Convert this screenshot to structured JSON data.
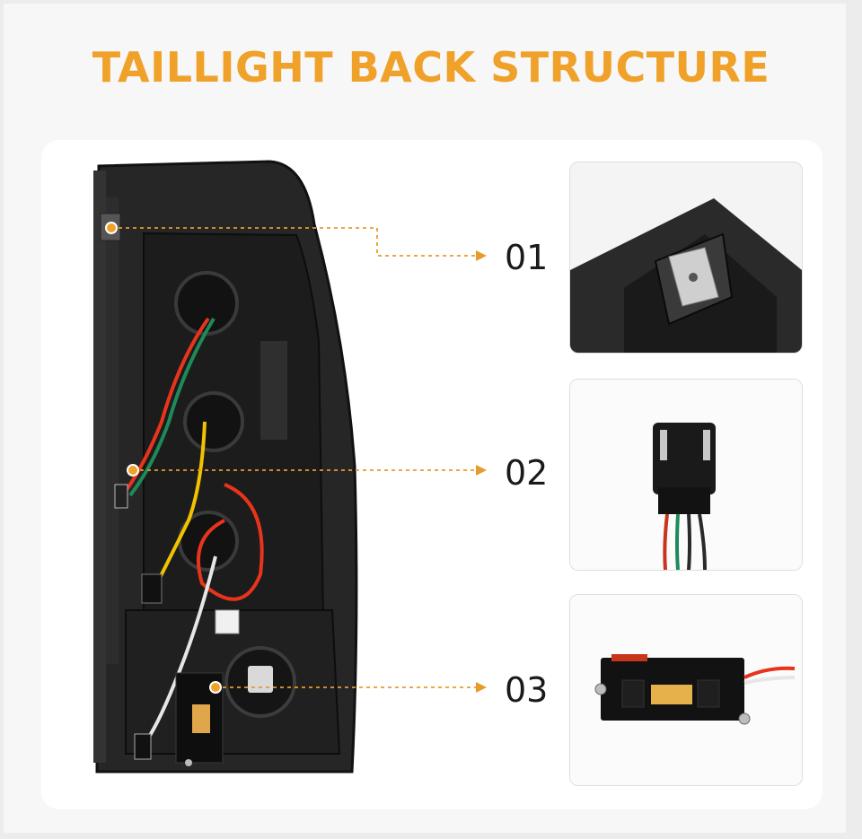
{
  "header": {
    "title": "TAILLIGHT BACK STRUCTURE"
  },
  "callouts": [
    {
      "label": "01",
      "thumbnail": "mounting-clip-closeup"
    },
    {
      "label": "02",
      "thumbnail": "wiring-connector-closeup"
    },
    {
      "label": "03",
      "thumbnail": "resistor-module-closeup"
    }
  ],
  "colors": {
    "title": "#f0a12a",
    "marker": "#f0a12a",
    "housing": "#1f1f1f",
    "wire_red": "#e8341c",
    "wire_green": "#1d8a5a",
    "wire_yellow": "#f2c200",
    "wire_white": "#e6e6e6"
  }
}
